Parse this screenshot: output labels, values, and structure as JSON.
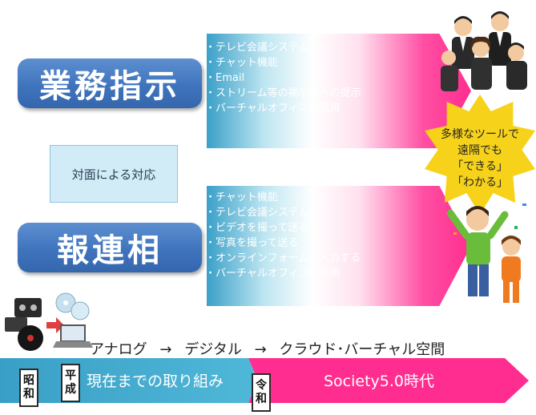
{
  "left_labels": {
    "gyomu": "業務指示",
    "taimen": "対面による対応",
    "horenso": "報連相"
  },
  "gyomu_items": [
    "テレビ会議システム",
    "チャット機能",
    "Email",
    "ストリーム等の掲示板への提示",
    "バーチャルオフィスの活用"
  ],
  "horenso_items": [
    "チャット機能",
    "テレビ会議システム",
    "ビデオを撮って送る",
    "写真を撮って送る",
    "オンラインフォームへ入力する",
    "バーチャルオフィスの活用"
  ],
  "star": {
    "line1": "多様なツールで",
    "line2": "遠隔でも",
    "line3": "「できる」",
    "line4": "「わかる」"
  },
  "progression": {
    "analog": "アナログ",
    "arrow1": "→",
    "digital": "デジタル",
    "arrow2": "→",
    "cloud": "クラウド･バーチャル空間"
  },
  "bottom": {
    "current": "現在までの取り組み",
    "future": "Society5.0時代"
  },
  "eras": {
    "showa": [
      "昭",
      "和"
    ],
    "heisei": [
      "平",
      "成"
    ],
    "reiwa": [
      "令",
      "和"
    ]
  },
  "colors": {
    "blue_box": "#3f74bd",
    "teal": "#3aa0c8",
    "magenta": "#ff2d8f",
    "star": "#f7d21a"
  }
}
